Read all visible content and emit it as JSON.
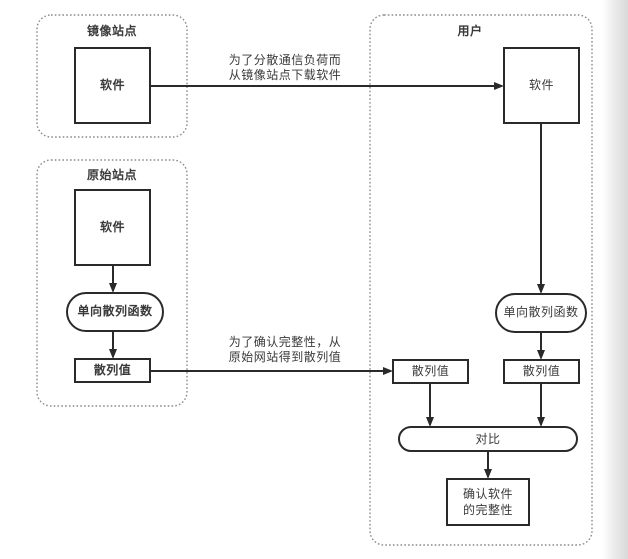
{
  "groups": {
    "mirror_site": {
      "title": "镜像站点",
      "software": "软件"
    },
    "origin_site": {
      "title": "原始站点",
      "software": "软件",
      "hash_function": "单向散列函数",
      "hash_value": "散列值"
    },
    "user": {
      "title": "用户",
      "software": "软件",
      "hash_function": "单向散列函数",
      "hash_value_received": "散列值",
      "hash_value_computed": "散列值",
      "compare": "对比",
      "result_line1": "确认软件",
      "result_line2": "的完整性"
    }
  },
  "edges": {
    "download_note_line1": "为了分散通信负荷而",
    "download_note_line2": "从镜像站点下载软件",
    "hash_note_line1": "为了确认完整性，从",
    "hash_note_line2": "原始网站得到散列值"
  }
}
